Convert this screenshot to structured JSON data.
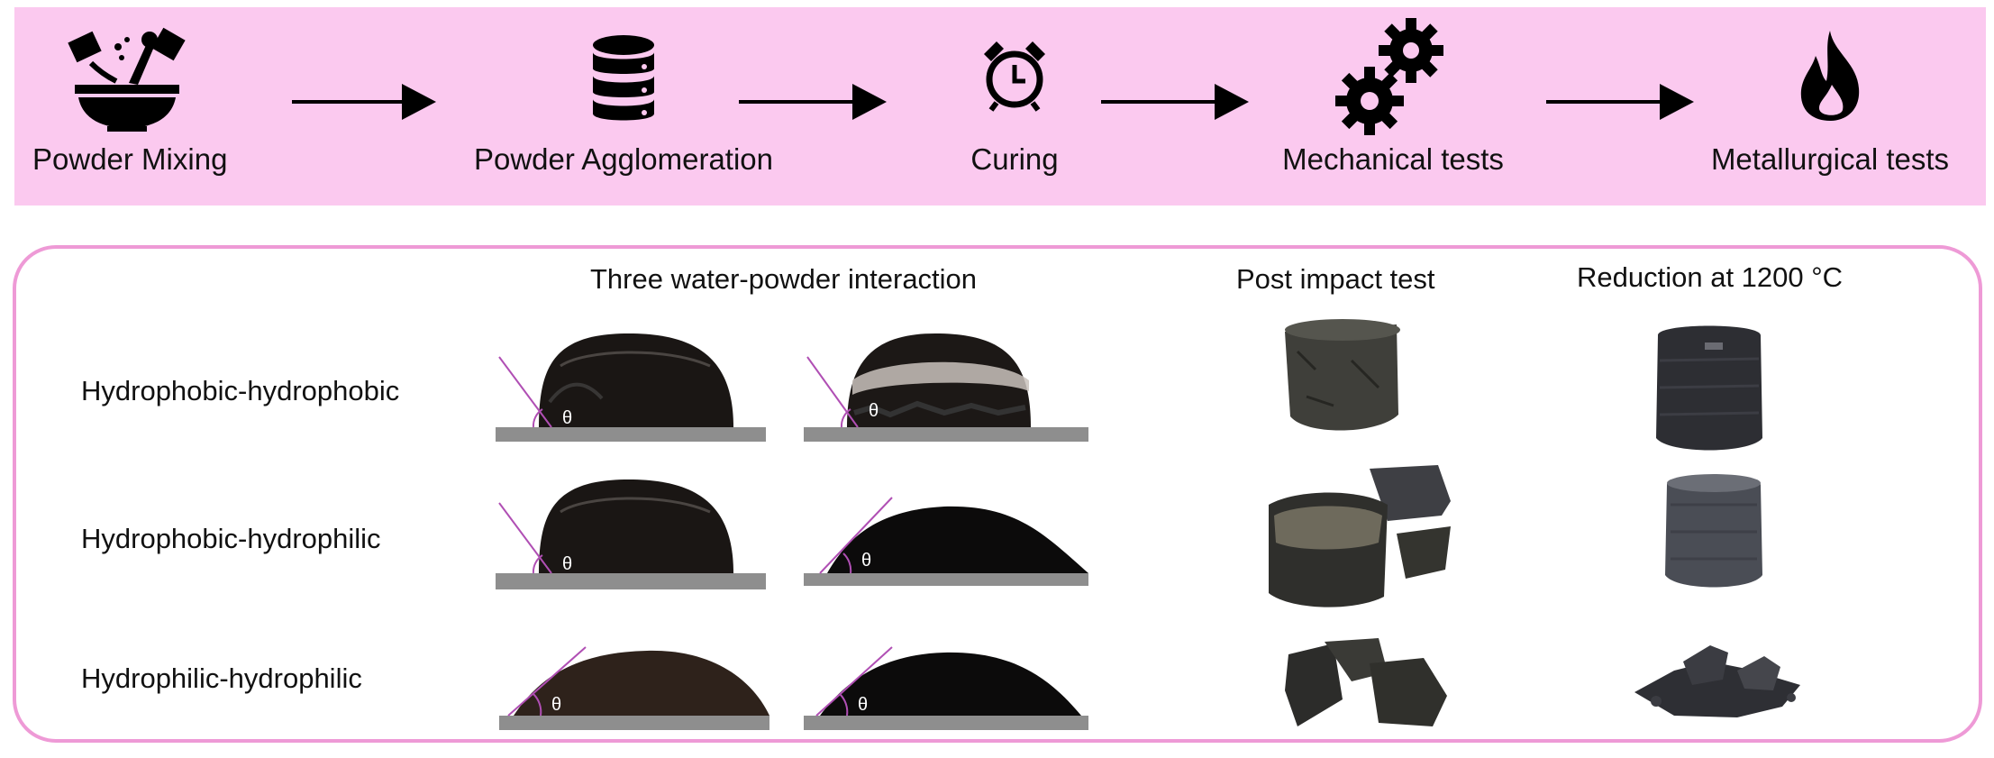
{
  "flow": {
    "steps": [
      {
        "label": "Powder Mixing",
        "icon": "mixing-bowl-icon"
      },
      {
        "label": "Powder Agglomeration",
        "icon": "database-stack-icon"
      },
      {
        "label": "Curing",
        "icon": "alarm-clock-icon"
      },
      {
        "label": "Mechanical tests",
        "icon": "gears-icon"
      },
      {
        "label": "Metallurgical tests",
        "icon": "flame-icon"
      }
    ],
    "band_color": "#fbc9ef"
  },
  "panel": {
    "border_color": "#ee9ad6",
    "columns": {
      "interaction": "Three water-powder interaction",
      "impact": "Post impact test",
      "reduction": "Reduction at 1200 °C"
    },
    "rows": [
      {
        "label": "Hydrophobic-hydrophobic"
      },
      {
        "label": "Hydrophobic-hydrophilic"
      },
      {
        "label": "Hydrophilic-hydrophilic"
      }
    ],
    "angle_symbol": "θ"
  }
}
